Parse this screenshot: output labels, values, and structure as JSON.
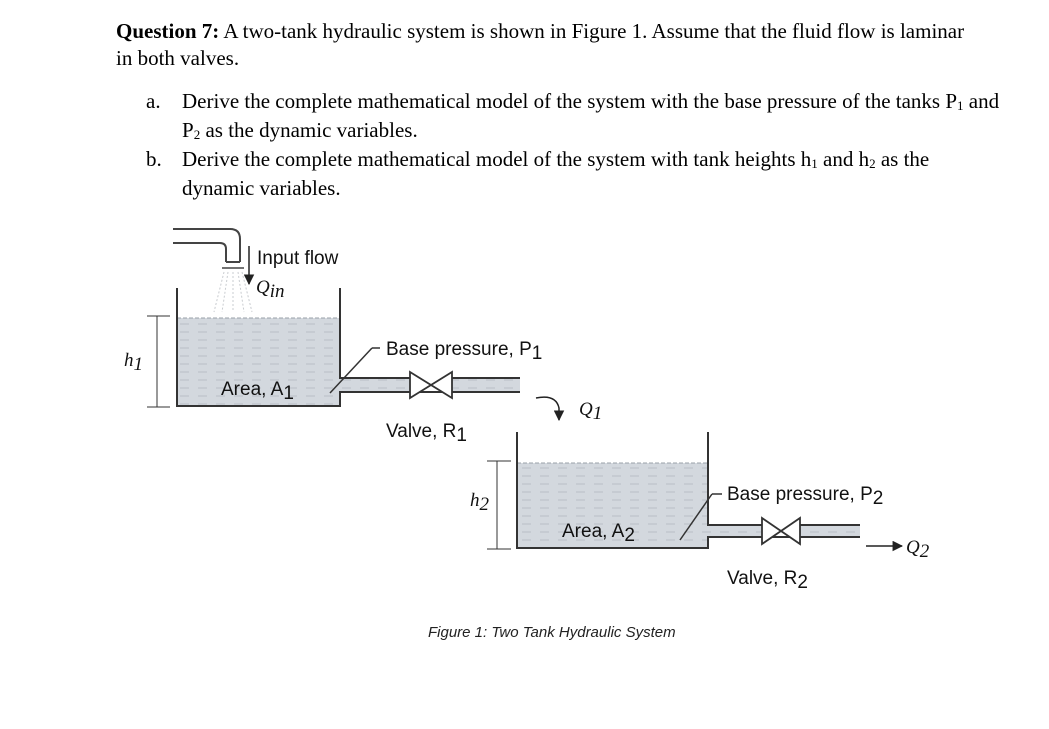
{
  "question": {
    "label": "Question 7:",
    "text": "A two-tank hydraulic system is shown in Figure 1. Assume that the fluid flow is laminar in both valves."
  },
  "parts": [
    {
      "marker": "a.",
      "text_before": "Derive the complete mathematical model of the system with the base pressure of the tanks P",
      "sub1": "1",
      "mid": " and P",
      "sub2": "2",
      "text_after": " as the dynamic variables."
    },
    {
      "marker": "b.",
      "text_before": "Derive the complete mathematical model of the system with tank heights h",
      "sub1": "1",
      "mid": " and h",
      "sub2": "2",
      "text_after": " as the dynamic variables."
    }
  ],
  "figure": {
    "input_flow": "Input flow",
    "q_in": "Q",
    "q_in_sub": "in",
    "base_pressure_1": "Base pressure, P",
    "base_pressure_1_sub": "1",
    "h1": "h",
    "h1_sub": "1",
    "area_1": "Area, A",
    "area_1_sub": "1",
    "valve_1": "Valve, R",
    "valve_1_sub": "1",
    "q1": "Q",
    "q1_sub": "1",
    "h2": "h",
    "h2_sub": "2",
    "area_2": "Area, A",
    "area_2_sub": "2",
    "base_pressure_2": "Base pressure, P",
    "base_pressure_2_sub": "2",
    "valve_2": "Valve, R",
    "valve_2_sub": "2",
    "q2": "Q",
    "q2_sub": "2",
    "caption": "Figure 1: Two Tank Hydraulic System"
  },
  "colors": {
    "fluid": "#cfd5dc",
    "outline": "#333333"
  }
}
